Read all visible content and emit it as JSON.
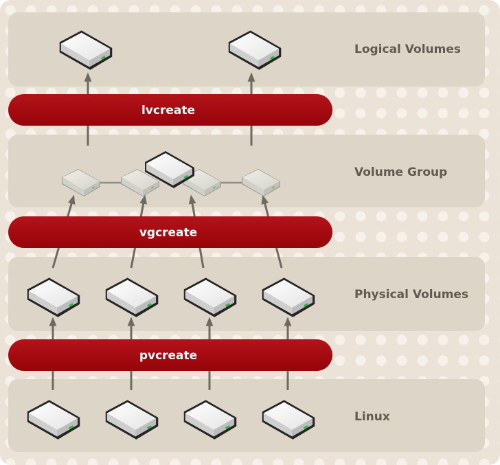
{
  "layers": {
    "logical": "Logical Volumes",
    "group": "Volume Group",
    "physical": "Physical Volumes",
    "linux": "Linux"
  },
  "commands": {
    "lvcreate": "lvcreate",
    "vgcreate": "vgcreate",
    "pvcreate": "pvcreate"
  },
  "colors": {
    "frame": "#ebe3d7",
    "band": "#dcd5c8",
    "command_bar": "#a8090f",
    "arrow": "#6e6a61",
    "disk_light": "#ffffff",
    "disk_led": "#2fb53b"
  },
  "icons": {
    "disk": "hard-disk-icon",
    "extent": "physical-extent-icon"
  }
}
